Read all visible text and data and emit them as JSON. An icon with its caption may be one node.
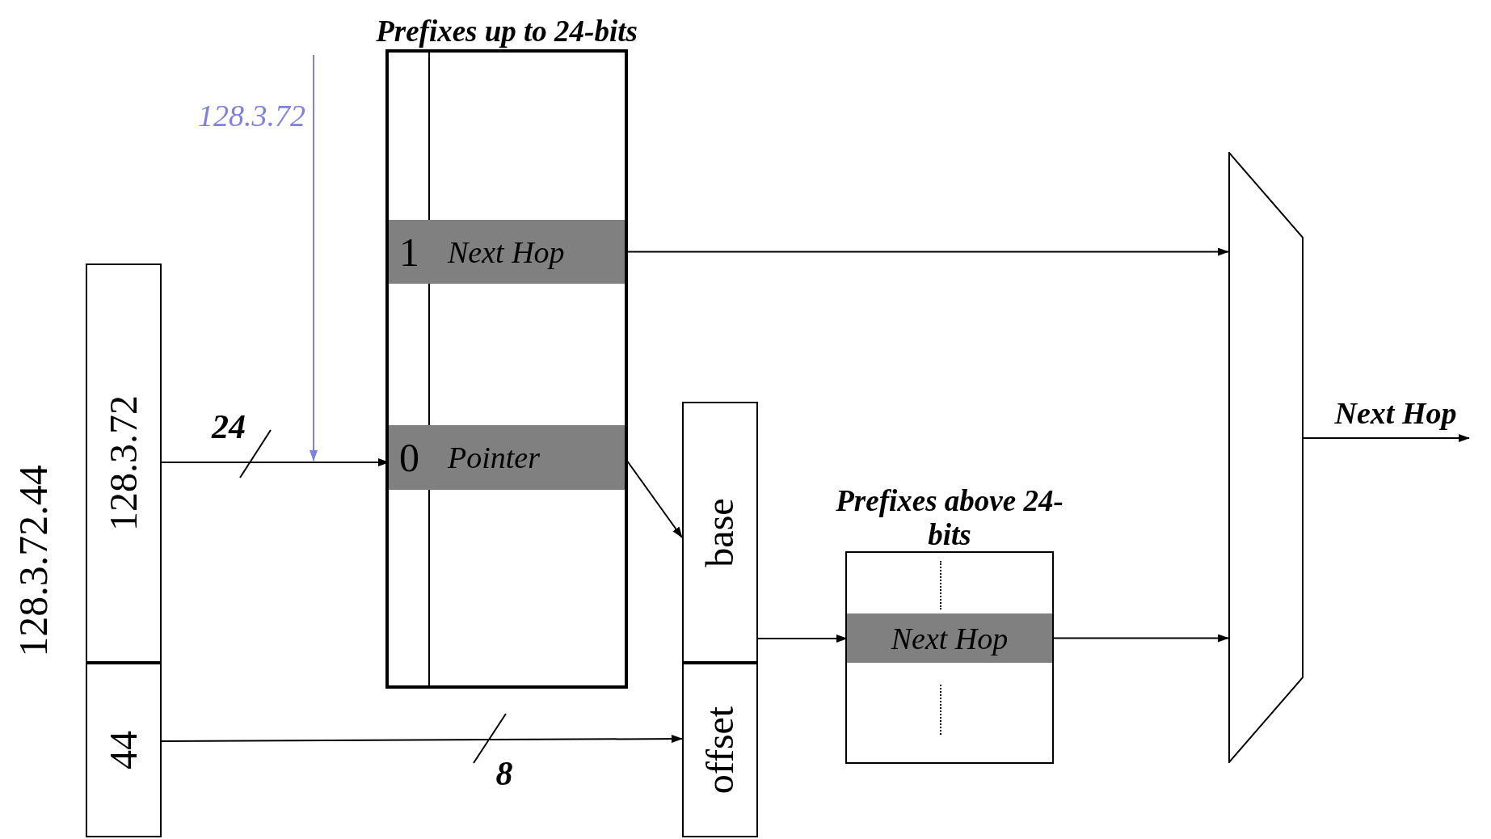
{
  "diagram": {
    "nodes": [
      {
        "text": [
          "128.3.72"
        ]
      },
      {
        "text": [
          "44"
        ]
      },
      {
        "text": [
          "Prefixes up to 24-bits"
        ]
      },
      {
        "text": [
          "1",
          "Next Hop"
        ],
        "in": 2
      },
      {
        "text": [
          "0",
          "Pointer"
        ],
        "in": 2
      },
      {
        "text": [
          "base"
        ]
      },
      {
        "text": [
          "offset"
        ]
      },
      {
        "text": [
          "Prefixes above 24-bits"
        ]
      },
      {
        "text": [
          "Next Hop"
        ],
        "in": 7
      },
      {
        "text": [],
        "shape": "trapezoid"
      },
      {
        "text": [
          "128.3.72"
        ]
      }
    ],
    "edges": [
      {
        "from": 0,
        "to": 4,
        "arrow": "to",
        "label": "24"
      },
      {
        "from": 10,
        "to": null,
        "arrow": "to",
        "color": "#8080e0"
      },
      {
        "from": 4,
        "to": 5,
        "arrow": "to"
      },
      {
        "from": 1,
        "to": 6,
        "arrow": "to",
        "label": "8"
      },
      {
        "from": 5,
        "to": 8,
        "arrow": "to"
      },
      {
        "from": 3,
        "to": 9,
        "arrow": "to"
      },
      {
        "from": 8,
        "to": 9,
        "arrow": "to"
      },
      {
        "from": 9,
        "to": null,
        "arrow": "to",
        "label": "Next Hop"
      }
    ],
    "labels": [
      "128.3.72.44"
    ]
  }
}
